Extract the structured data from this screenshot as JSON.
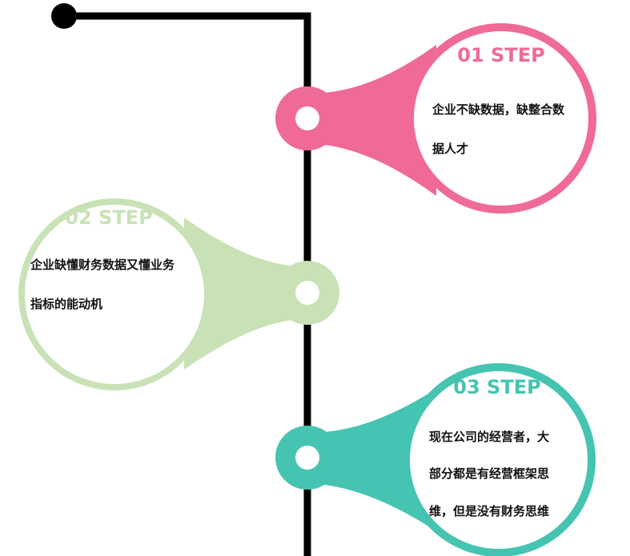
{
  "steps": [
    {
      "title": "01 STEP",
      "text_lines": [
        "企业不缺数据，缺整合数",
        "据人才"
      ],
      "color": "#ef6b95"
    },
    {
      "title": "02 STEP",
      "text_lines": [
        "企业缺懂财务数据又懂业务",
        "指标的能动机"
      ],
      "color": "#c8e2b6"
    },
    {
      "title": "03 STEP",
      "text_lines": [
        "现在公司的经营者，大",
        "部分都是有经营框架思",
        "维，但是没有财务思维"
      ],
      "color": "#45c4b1"
    }
  ],
  "line_color": "#000000"
}
